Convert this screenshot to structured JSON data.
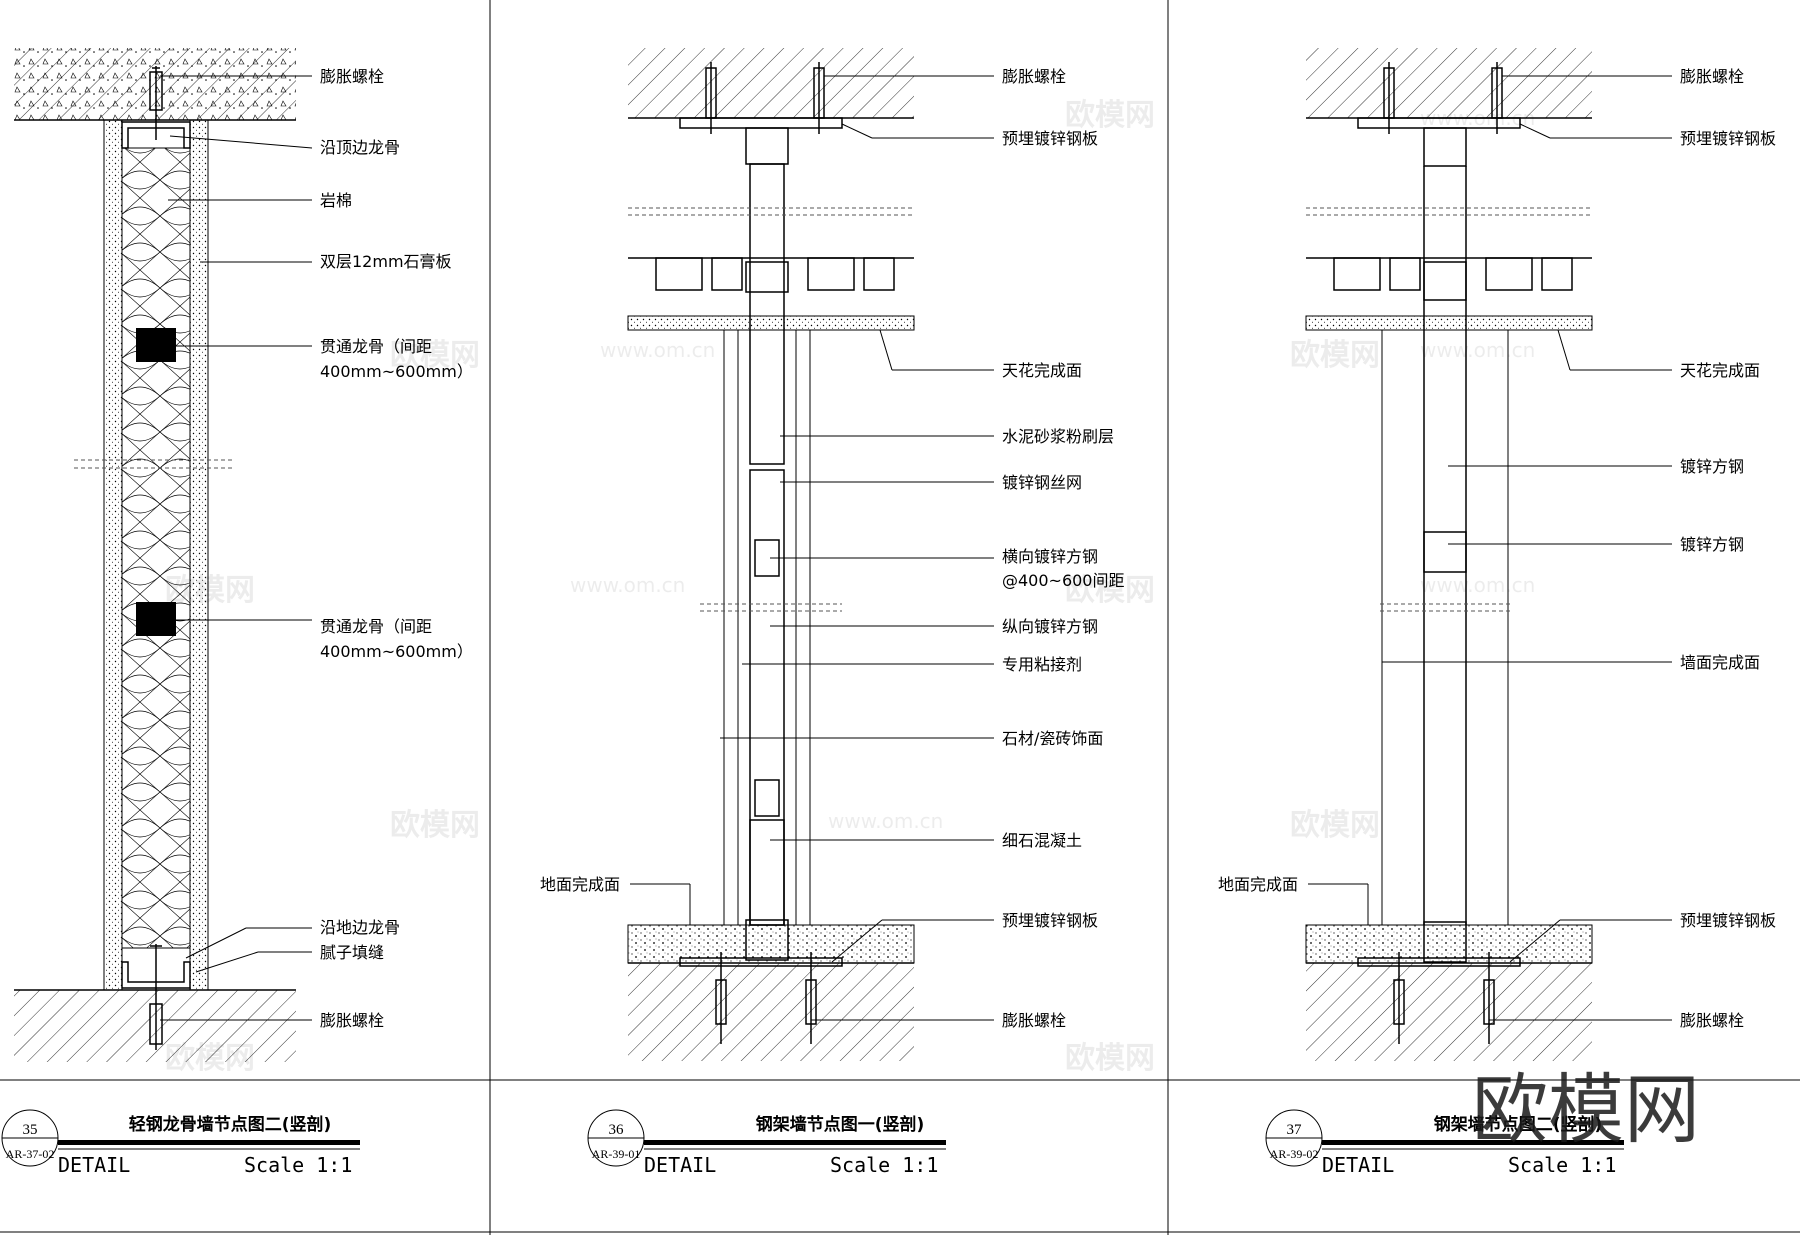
{
  "details": [
    {
      "number": "35",
      "ref": "AR-37-02",
      "title": "轻钢龙骨墙节点图二(竖剖)",
      "detail_word": "DETAIL",
      "scale": "Scale 1:1",
      "labels": [
        "膨胀螺栓",
        "沿顶边龙骨",
        "岩棉",
        "双层12mm石膏板",
        "贯通龙骨（间距",
        "400mm~600mm）",
        "贯通龙骨（间距",
        "400mm~600mm）",
        "沿地边龙骨",
        "腻子填缝",
        "膨胀螺栓"
      ]
    },
    {
      "number": "36",
      "ref": "AR-39-01",
      "title": "钢架墙节点图一(竖剖)",
      "detail_word": "DETAIL",
      "scale": "Scale 1:1",
      "labels": [
        "膨胀螺栓",
        "预埋镀锌钢板",
        "天花完成面",
        "水泥砂浆粉刷层",
        "镀锌钢丝网",
        "横向镀锌方钢",
        "@400~600间距",
        "纵向镀锌方钢",
        "专用粘接剂",
        "石材/瓷砖饰面",
        "细石混凝土",
        "地面完成面",
        "预埋镀锌钢板",
        "膨胀螺栓"
      ]
    },
    {
      "number": "37",
      "ref": "AR-39-02",
      "title": "钢架墙节点图二(竖剖)",
      "detail_word": "DETAIL",
      "scale": "Scale 1:1",
      "labels": [
        "膨胀螺栓",
        "预埋镀锌钢板",
        "天花完成面",
        "镀锌方钢",
        "镀锌方钢",
        "墙面完成面",
        "地面完成面",
        "预埋镀锌钢板",
        "膨胀螺栓"
      ]
    }
  ],
  "watermark": {
    "logo": "欧模网",
    "text": "欧模网",
    "url": "www.om.cn"
  }
}
